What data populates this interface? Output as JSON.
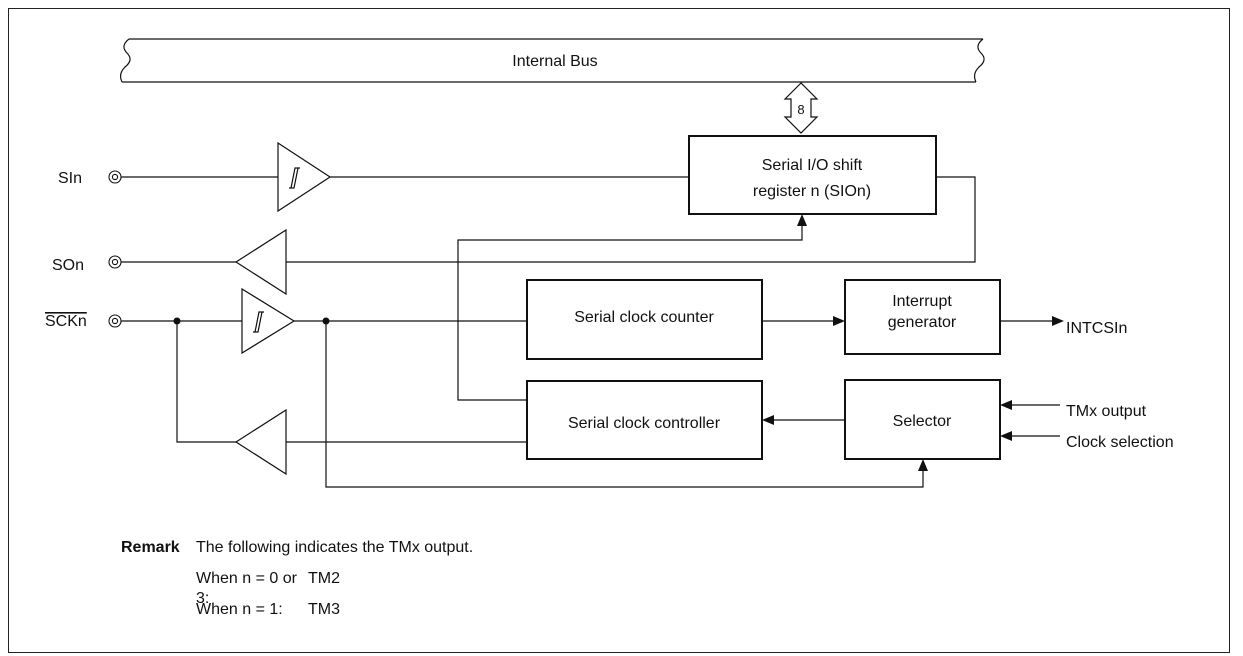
{
  "diagram": {
    "bus_label": "Internal Bus",
    "bus_width": "8",
    "pins": {
      "si": "SIn",
      "so": "SOn",
      "sck": "SCKn"
    },
    "blocks": {
      "shift_register_line1": "Serial I/O shift",
      "shift_register_line2": "register n (SIOn)",
      "clock_counter": "Serial clock counter",
      "interrupt_line1": "Interrupt",
      "interrupt_line2": "generator",
      "clock_controller": "Serial clock controller",
      "selector": "Selector"
    },
    "signals": {
      "intcsi": "INTCSIn",
      "tmx_output": "TMx output",
      "clock_selection": "Clock selection"
    }
  },
  "remark": {
    "keyword": "Remark",
    "intro": "The following indicates the TMx output.",
    "rows": [
      {
        "condition": "When n  = 0 or 3:",
        "value": "TM2"
      },
      {
        "condition": "When n  = 1:",
        "value": "TM3"
      }
    ]
  }
}
